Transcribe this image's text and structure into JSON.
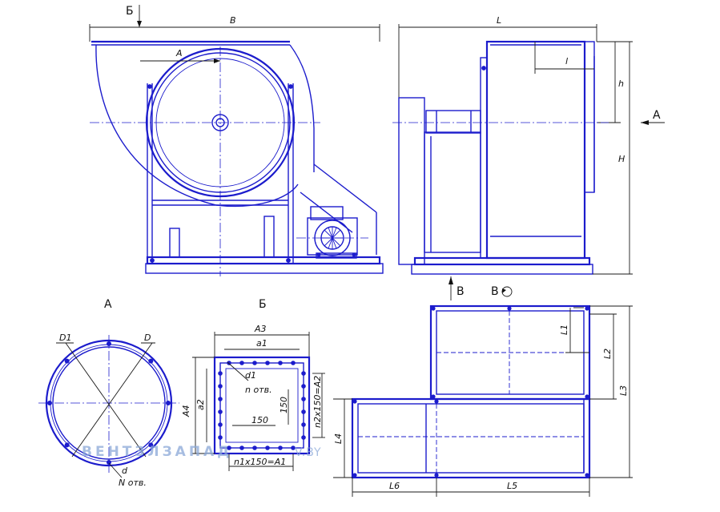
{
  "views": {
    "section_b": "Б",
    "view_a_arrow": "А",
    "view_v_arrow": "В",
    "view_a_title": "А",
    "view_b_title": "Б",
    "view_v_title": "В"
  },
  "dimensions": {
    "B": "B",
    "A": "A",
    "L": "L",
    "l": "l",
    "h": "h",
    "H": "H",
    "D1": "D1",
    "D": "D",
    "d": "d",
    "N_holes": "N отв.",
    "A3": "A3",
    "a1": "a1",
    "d1": "d1",
    "n_holes": "n отв.",
    "A4": "A4",
    "a2": "a2",
    "n2": "n2x150=A2",
    "s150_h": "150",
    "s150_v": "150",
    "n1": "n1x150=A1",
    "L1": "L1",
    "L2": "L2",
    "L3": "L3",
    "L4": "L4",
    "L5": "L5",
    "L6": "L6"
  },
  "watermark": {
    "brand": "ВЕНТЗЛЗАПАД",
    "domain": "V.BY"
  },
  "colors": {
    "line": "#1c1ccc",
    "watermark": "#8aa8d8"
  }
}
